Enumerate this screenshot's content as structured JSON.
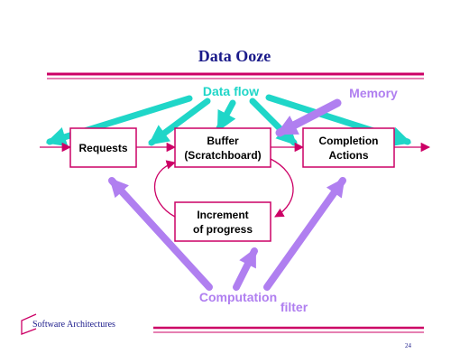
{
  "slide": {
    "title": "Data Ooze",
    "footer": "Software Architectures",
    "page_number": "24"
  },
  "diagram": {
    "boxes": {
      "requests": "Requests",
      "buffer_line1": "Buffer",
      "buffer_line2": "(Scratchboard)",
      "completion_line1": "Completion",
      "completion_line2": "Actions",
      "increment_line1": "Increment",
      "increment_line2": "of progress"
    },
    "labels": {
      "data_flow": "Data flow",
      "memory": "Memory",
      "computation": "Computation",
      "filter": "filter"
    }
  },
  "colors": {
    "title": "#1a1a8a",
    "rule": "#cc0066",
    "box_border": "#cc0066",
    "flow_arrow": "#cc0066",
    "data_flow": "#1fd6c8",
    "memory_filter": "#b07ff0"
  }
}
